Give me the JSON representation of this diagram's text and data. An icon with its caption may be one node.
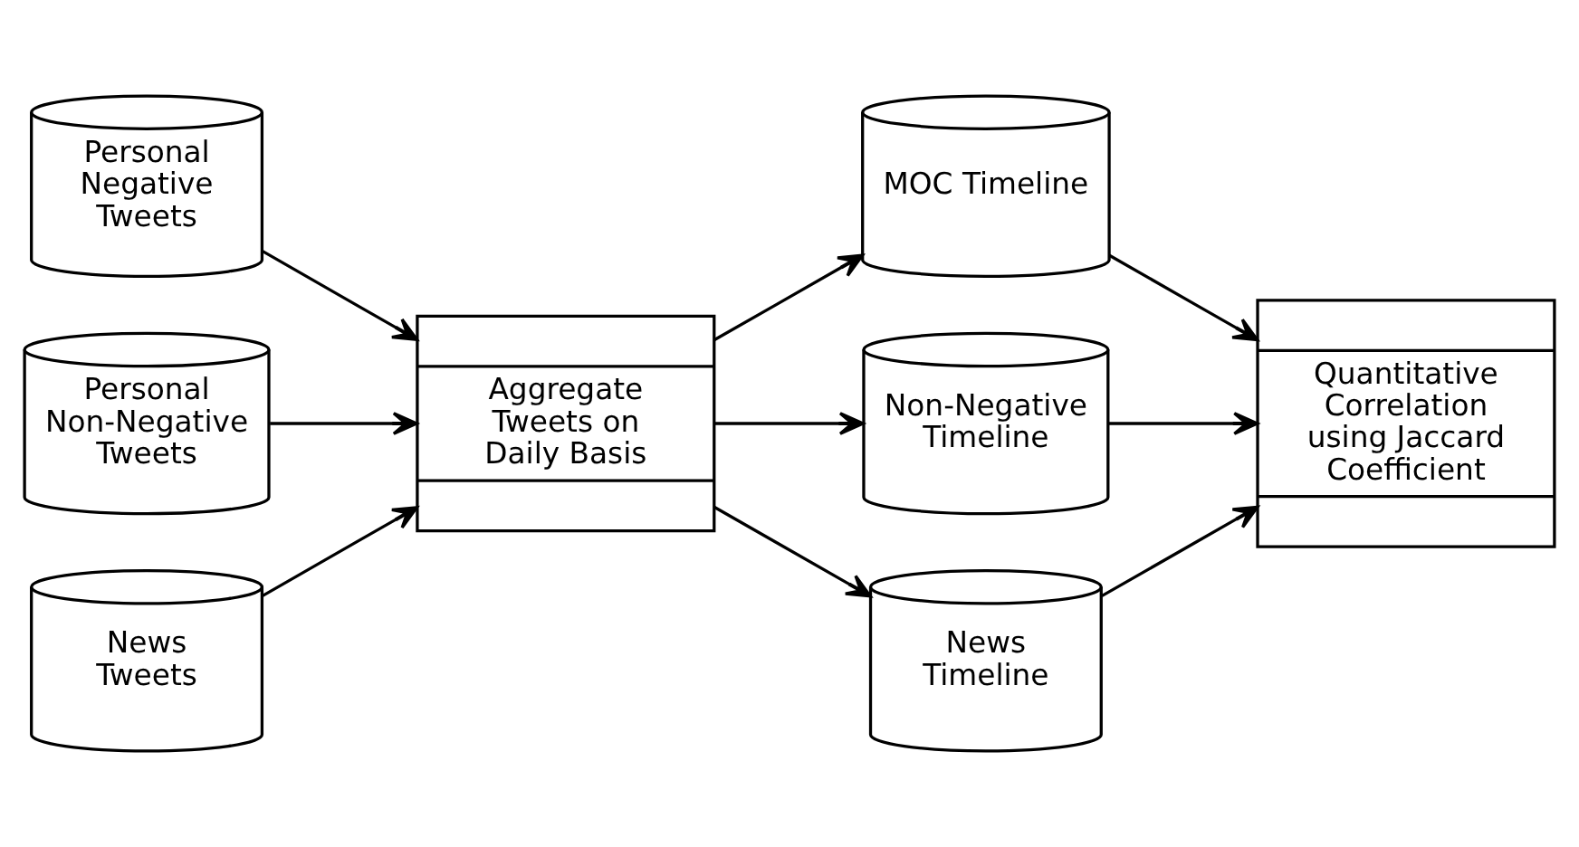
{
  "diagram": {
    "nodes": [
      {
        "text": [
          "Personal Negative Tweets"
        ]
      },
      {
        "text": [
          "Personal Non-Negative Tweets"
        ]
      },
      {
        "text": [
          "News Tweets"
        ]
      },
      {
        "text": [
          "Aggregate Tweets on Daily Basis"
        ]
      },
      {
        "text": [
          "MOC Timeline"
        ]
      },
      {
        "text": [
          "Non-Negative Timeline"
        ]
      },
      {
        "text": [
          "News Timeline"
        ]
      },
      {
        "text": [
          "Quantitative Correlation using Jaccard Coefficient"
        ]
      }
    ],
    "edges": [
      {
        "from": 0,
        "to": 3,
        "arrow": "to"
      },
      {
        "from": 1,
        "to": 3,
        "arrow": "to"
      },
      {
        "from": 2,
        "to": 3,
        "arrow": "to"
      },
      {
        "from": 3,
        "to": 4,
        "arrow": "to"
      },
      {
        "from": 3,
        "to": 5,
        "arrow": "to"
      },
      {
        "from": 3,
        "to": 6,
        "arrow": "to"
      },
      {
        "from": 4,
        "to": 7,
        "arrow": "to"
      },
      {
        "from": 5,
        "to": 7,
        "arrow": "to"
      },
      {
        "from": 6,
        "to": 7,
        "arrow": "to"
      }
    ]
  }
}
